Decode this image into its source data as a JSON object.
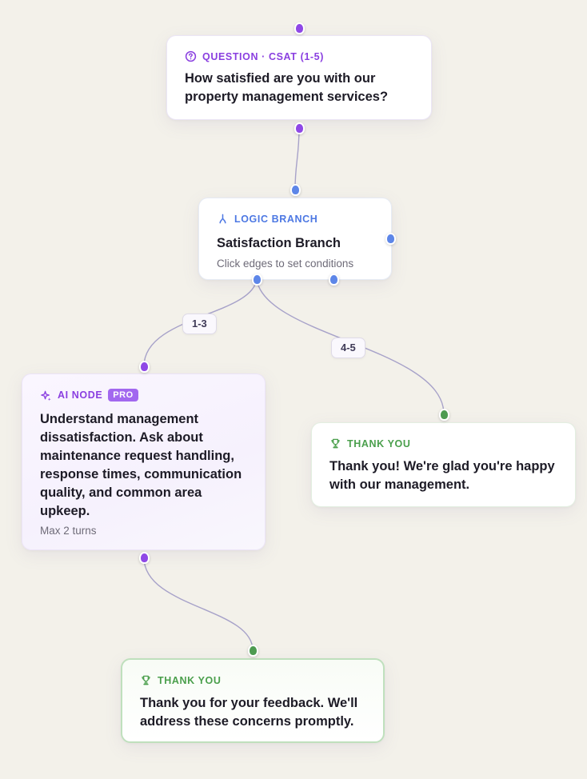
{
  "nodes": {
    "question": {
      "type_label": "QUESTION · CSAT (1-5)",
      "icon": "help-circle-icon",
      "text": "How satisfied are you with our property management services?"
    },
    "branch": {
      "type_label": "LOGIC BRANCH",
      "icon": "branch-fork-icon",
      "title": "Satisfaction Branch",
      "hint": "Click edges to set conditions"
    },
    "ai": {
      "type_label": "AI NODE",
      "badge": "PRO",
      "icon": "sparkles-icon",
      "text": "Understand management dissatisfaction. Ask about maintenance request handling, response times, communication quality, and common area upkeep.",
      "meta": "Max 2 turns"
    },
    "thanks_happy": {
      "type_label": "THANK YOU",
      "icon": "trophy-icon",
      "text": "Thank you! We're glad you're happy with our management."
    },
    "thanks_feedback": {
      "type_label": "THANK YOU",
      "icon": "trophy-icon",
      "text": "Thank you for your feedback. We'll address these concerns promptly."
    }
  },
  "edges": [
    {
      "from": "question",
      "to": "branch",
      "label": ""
    },
    {
      "from": "branch",
      "to": "ai",
      "label": "1-3"
    },
    {
      "from": "branch",
      "to": "thanks_happy",
      "label": "4-5"
    },
    {
      "from": "ai",
      "to": "thanks_feedback",
      "label": ""
    }
  ],
  "colors": {
    "question_accent": "#8a3fe0",
    "branch_accent": "#4d78e3",
    "ai_accent": "#8a3fe0",
    "thanks_accent": "#4a9f4c",
    "edge": "#a7a2c9",
    "background": "#f3f1ea"
  }
}
